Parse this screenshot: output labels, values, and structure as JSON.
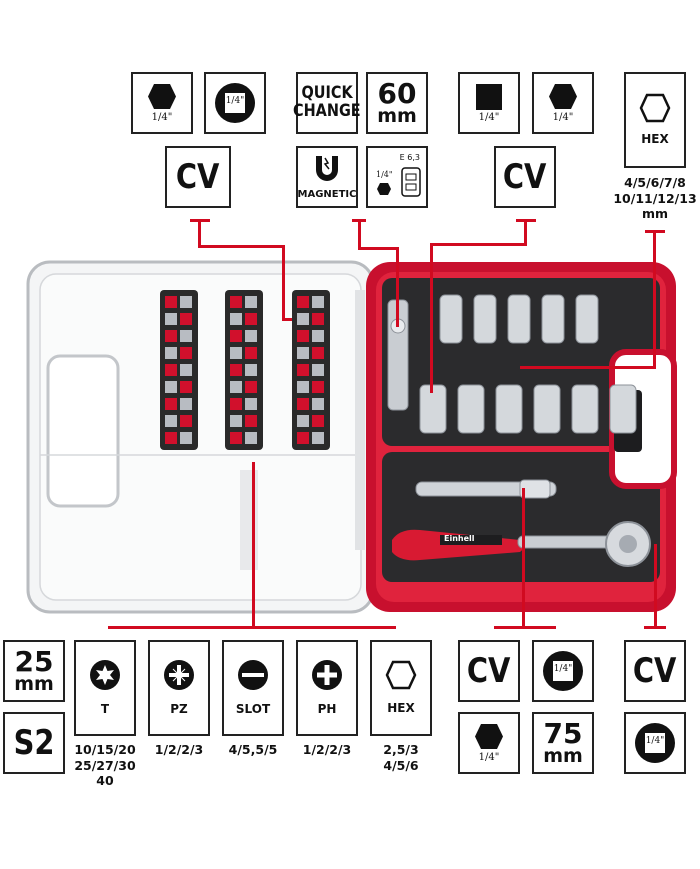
{
  "top_left": {
    "hex_bit_frac": "1/4\"",
    "socket_frac": "1/4\"",
    "cv": "CV"
  },
  "top_mid": {
    "quick_change": [
      "QUICK",
      "CHANGE"
    ],
    "length_value": "60",
    "length_unit": "mm",
    "magnetic": "MAGNETIC",
    "holder_frac": "1/4\"",
    "holder_standard": "E 6,3"
  },
  "top_right": {
    "square_frac": "1/4\"",
    "hex_frac": "1/4\"",
    "cv": "CV"
  },
  "hex_box": {
    "label": "HEX",
    "sizes": [
      "4/5/6/7/8",
      "10/11/12/13",
      "mm"
    ]
  },
  "bottom_left": {
    "bit_length_value": "25",
    "bit_length_unit": "mm",
    "steel": "S2"
  },
  "bit_types": [
    {
      "label": "T",
      "icon": "torx-icon",
      "sizes": [
        "10/15/20",
        "25/27/30",
        "40"
      ]
    },
    {
      "label": "PZ",
      "icon": "pozidriv-icon",
      "sizes": [
        "1/2/2/3"
      ]
    },
    {
      "label": "SLOT",
      "icon": "slot-icon",
      "sizes": [
        "4/5,5/5"
      ]
    },
    {
      "label": "PH",
      "icon": "phillips-icon",
      "sizes": [
        "1/2/2/3"
      ]
    },
    {
      "label": "HEX",
      "icon": "hex-outline-icon",
      "sizes": [
        "2,5/3",
        "4/5/6"
      ]
    }
  ],
  "bottom_right": {
    "cv_a": "CV",
    "socket_frac_a": "1/4\"",
    "hex_frac": "1/4\"",
    "length_value": "75",
    "length_unit": "mm",
    "cv_b": "CV",
    "socket_frac_b": "1/4\""
  },
  "product": {
    "brand": "Einhell"
  },
  "colors": {
    "accent_red": "#d10a20",
    "case_red": "#c8102e",
    "border": "#222222"
  }
}
